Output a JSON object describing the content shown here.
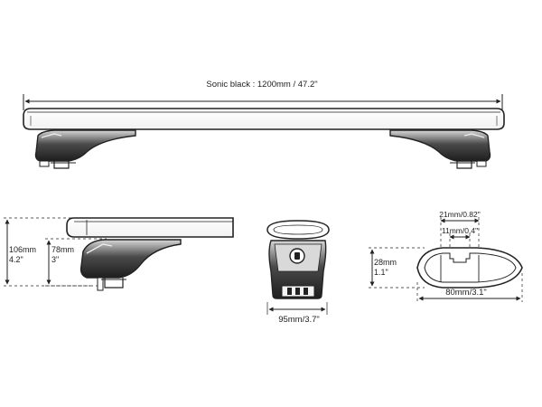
{
  "top_view": {
    "length_label": "Sonic black : 1200mm / 47.2\""
  },
  "side_view": {
    "total_height_mm": "106mm",
    "total_height_in": "4.2\"",
    "foot_height_mm": "78mm",
    "foot_height_in": "3\""
  },
  "foot_front_view": {
    "width_label": "95mm/3.7\""
  },
  "profile_view": {
    "slot_outer_label": "21mm/0.82\"",
    "slot_inner_label": "11mm/0.4\"",
    "height_mm": "28mm",
    "height_in": "1.1\"",
    "width_label": "80mm/3.1\""
  },
  "colors": {
    "line": "#222222",
    "foot_fill": "#333333",
    "foot_highlight": "#cfcfcf"
  }
}
